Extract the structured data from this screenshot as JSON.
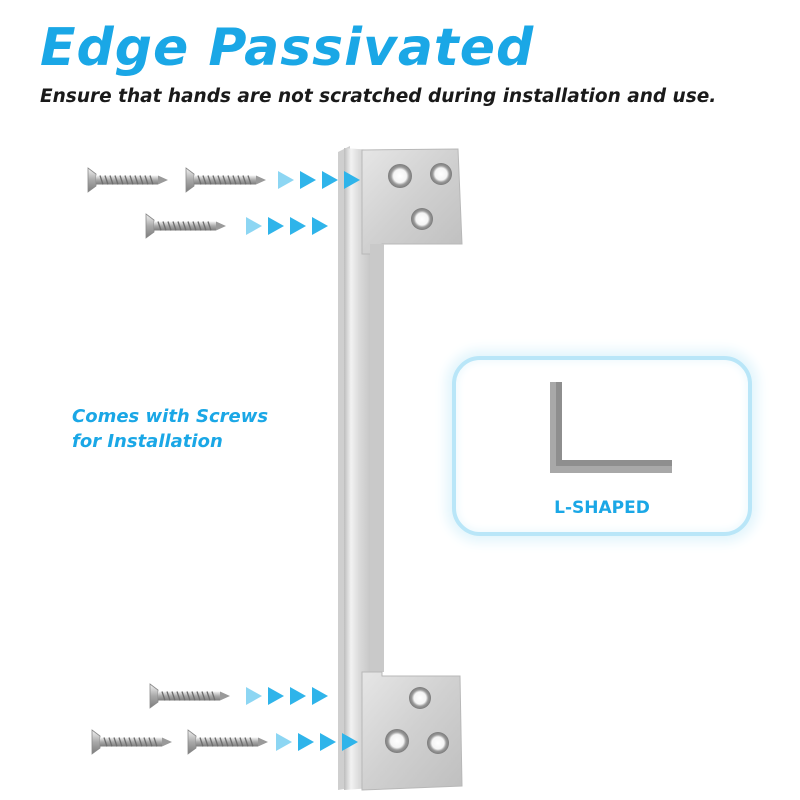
{
  "heading": {
    "title": "Edge Passivated",
    "subtitle": "Ensure that hands are not scratched during installation and use."
  },
  "screws_caption": {
    "line1": "Comes with Screws",
    "line2": "for Installation"
  },
  "shape_box": {
    "label": "L-SHAPED"
  },
  "colors": {
    "accent": "#1aa7e6",
    "arrow": "#2fb4ea",
    "metal": "#d6d6d6",
    "box_border": "#b9e6f8"
  },
  "icons": [
    "screw-icon",
    "arrow-icon",
    "strike-plate",
    "l-shape-icon"
  ]
}
